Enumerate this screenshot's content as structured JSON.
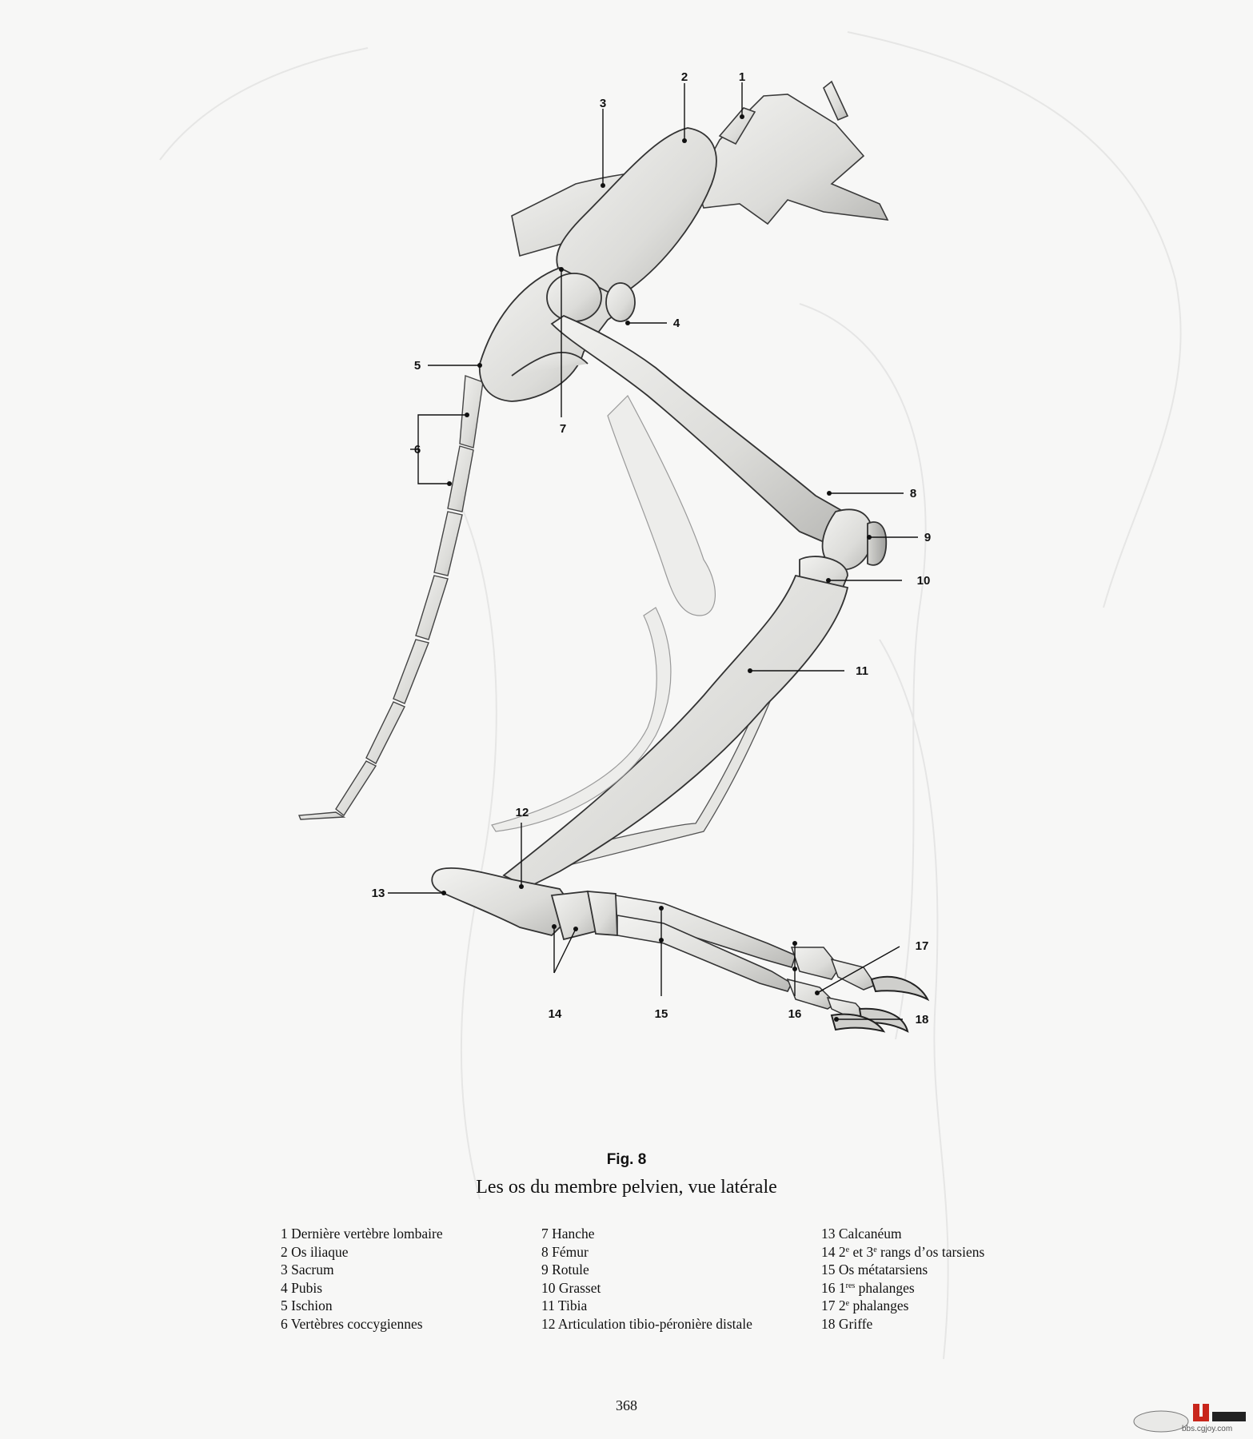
{
  "figure": {
    "number": "Fig. 8",
    "title": "Les os du membre pelvien, vue latérale"
  },
  "callouts": [
    "1",
    "2",
    "3",
    "4",
    "5",
    "6",
    "7",
    "8",
    "9",
    "10",
    "11",
    "12",
    "13",
    "14",
    "15",
    "16",
    "17",
    "18"
  ],
  "legend": {
    "col1": [
      {
        "num": "1",
        "text": "Dernière vertèbre lombaire"
      },
      {
        "num": "2",
        "text": "Os iliaque"
      },
      {
        "num": "3",
        "text": "Sacrum"
      },
      {
        "num": "4",
        "text": "Pubis"
      },
      {
        "num": "5",
        "text": "Ischion"
      },
      {
        "num": "6",
        "text": "Vertèbres coccygiennes"
      }
    ],
    "col2": [
      {
        "num": "7",
        "text": "Hanche"
      },
      {
        "num": "8",
        "text": "Fémur"
      },
      {
        "num": "9",
        "text": "Rotule"
      },
      {
        "num": "10",
        "text": "Grasset"
      },
      {
        "num": "11",
        "text": "Tibia"
      },
      {
        "num": "12",
        "text": "Articulation tibio-péronière distale"
      }
    ],
    "col3": [
      {
        "num": "13",
        "text": "Calcanéum"
      },
      {
        "num": "14",
        "pre": "2",
        "sup": "e",
        "mid": " et 3",
        "sup2": "e",
        "text": " rangs d’os tarsiens"
      },
      {
        "num": "15",
        "text": "Os métatarsiens"
      },
      {
        "num": "16",
        "pre": "1",
        "sup": "res",
        "text": " phalanges"
      },
      {
        "num": "17",
        "pre": "2",
        "sup": "e",
        "text": " phalanges"
      },
      {
        "num": "18",
        "text": "Griffe"
      }
    ]
  },
  "page_number": "368",
  "watermark": {
    "logo": "cgjoy",
    "url": "bbs.cgjoy.com"
  }
}
